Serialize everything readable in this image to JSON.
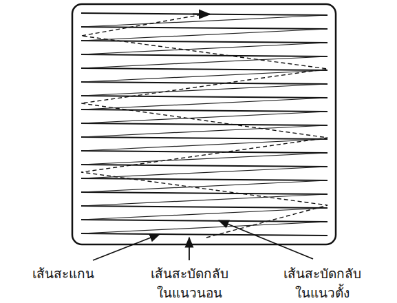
{
  "diagram": {
    "labels": [
      "เส้นสะแกน",
      "เส้นสะบัดกลับ ในแนวนอน",
      "เส้นสะบัดกลับ ในแนวตั้ง"
    ]
  }
}
